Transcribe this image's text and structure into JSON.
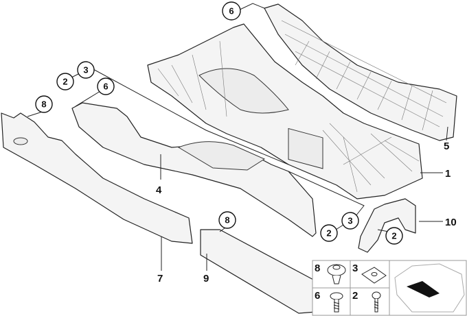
{
  "diagram": {
    "callouts": {
      "top_6": "6",
      "left_3": "3",
      "left_2": "2",
      "left_6": "6",
      "left_8": "8",
      "part_4": "4",
      "mid_2": "2",
      "mid_3": "3",
      "mid_8": "8",
      "bracket_2": "2",
      "part_10": "10",
      "part_1": "1",
      "part_5": "5",
      "part_7": "7",
      "part_9": "9"
    },
    "legend": {
      "clip_8": "8",
      "nut_3": "3",
      "screw_6": "6",
      "screw_2": "2"
    }
  }
}
